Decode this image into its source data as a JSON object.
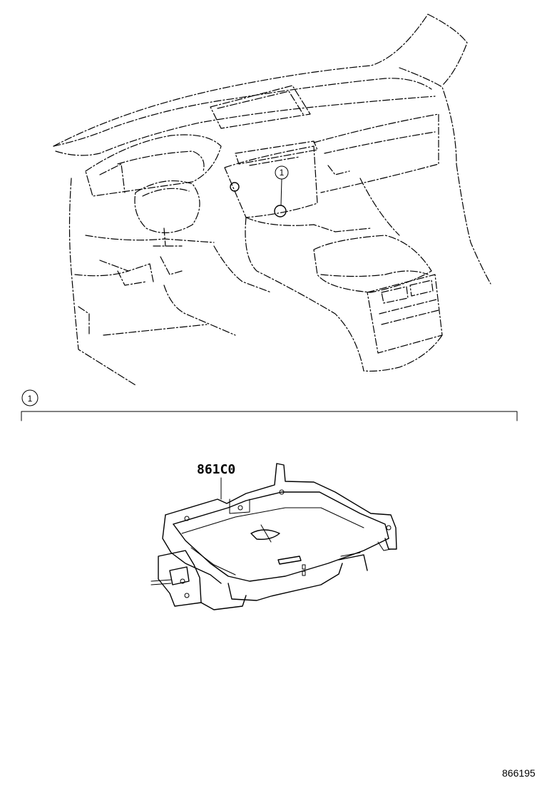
{
  "callout": {
    "number": "1"
  },
  "part": {
    "number": "861C0"
  },
  "diagram": {
    "reference": "866195"
  }
}
